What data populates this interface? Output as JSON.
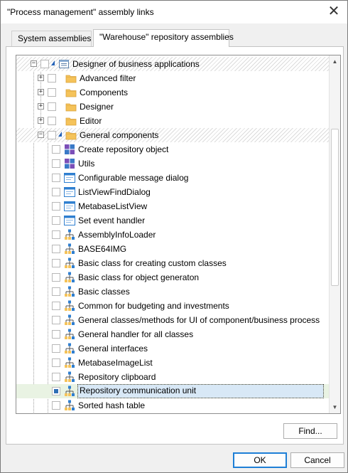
{
  "window": {
    "title": "\"Process management\" assembly links",
    "close_glyph": "✕"
  },
  "tabs": [
    {
      "label": "System assemblies",
      "active": false
    },
    {
      "label": "\"Warehouse\" repository assemblies",
      "active": true
    }
  ],
  "tree": {
    "nodes": [
      {
        "label": "Designer of business applications",
        "level": 0,
        "expander": "minus",
        "has_triangle": true,
        "icon": "folder-window-icon",
        "checked": false,
        "hatched": true
      },
      {
        "label": "Advanced filter",
        "level": 1,
        "expander": "plus",
        "icon": "folder-icon",
        "checked": false
      },
      {
        "label": "Components",
        "level": 1,
        "expander": "plus",
        "icon": "folder-icon",
        "checked": false
      },
      {
        "label": "Designer",
        "level": 1,
        "expander": "plus",
        "icon": "folder-icon",
        "checked": false
      },
      {
        "label": "Editor",
        "level": 1,
        "expander": "plus",
        "icon": "folder-icon",
        "checked": false
      },
      {
        "label": "General components",
        "level": 1,
        "expander": "minus",
        "has_triangle": true,
        "icon": "folder-icon",
        "checked": false,
        "hatched": true
      },
      {
        "label": "Create repository object",
        "level": 2,
        "icon": "tiles-icon",
        "checked": false
      },
      {
        "label": "Utils",
        "level": 2,
        "icon": "tiles-icon",
        "checked": false
      },
      {
        "label": "Configurable message dialog",
        "level": 2,
        "icon": "form-icon",
        "checked": false
      },
      {
        "label": "ListViewFindDialog",
        "level": 2,
        "icon": "form-icon",
        "checked": false
      },
      {
        "label": "MetabaseListView",
        "level": 2,
        "icon": "form-icon",
        "checked": false
      },
      {
        "label": "Set event handler",
        "level": 2,
        "icon": "form-icon",
        "checked": false
      },
      {
        "label": "AssemblyInfoLoader",
        "level": 2,
        "icon": "unit-icon",
        "checked": false
      },
      {
        "label": "BASE64IMG",
        "level": 2,
        "icon": "unit-icon",
        "checked": false
      },
      {
        "label": "Basic class for creating custom classes",
        "level": 2,
        "icon": "unit-icon",
        "checked": false
      },
      {
        "label": "Basic class for object generaton",
        "level": 2,
        "icon": "unit-icon",
        "checked": false
      },
      {
        "label": "Basic classes",
        "level": 2,
        "icon": "unit-icon",
        "checked": false
      },
      {
        "label": "Common for budgeting and investments",
        "level": 2,
        "icon": "unit-icon",
        "checked": false
      },
      {
        "label": "General classes/methods for UI of component/business process",
        "level": 2,
        "icon": "unit-icon",
        "checked": false
      },
      {
        "label": "General handler for all classes",
        "level": 2,
        "icon": "unit-icon",
        "checked": false
      },
      {
        "label": "General interfaces",
        "level": 2,
        "icon": "unit-icon",
        "checked": false
      },
      {
        "label": "MetabaseImageList",
        "level": 2,
        "icon": "unit-icon",
        "checked": false
      },
      {
        "label": "Repository clipboard",
        "level": 2,
        "icon": "unit-icon",
        "checked": false
      },
      {
        "label": "Repository communication unit",
        "level": 2,
        "icon": "unit-icon",
        "checked": true,
        "selected": true
      },
      {
        "label": "Sorted hash table",
        "level": 2,
        "icon": "unit-icon",
        "checked": false
      }
    ]
  },
  "scrollbar": {
    "up_glyph": "▲",
    "down_glyph": "▼"
  },
  "buttons": {
    "find": "Find...",
    "ok": "OK",
    "cancel": "Cancel"
  },
  "colors": {
    "accent": "#1e7fd6",
    "folder": "#f5c35a",
    "unit": "#2f7fd0",
    "tiles_a": "#7b4fb8",
    "tiles_b": "#3a79c7"
  }
}
